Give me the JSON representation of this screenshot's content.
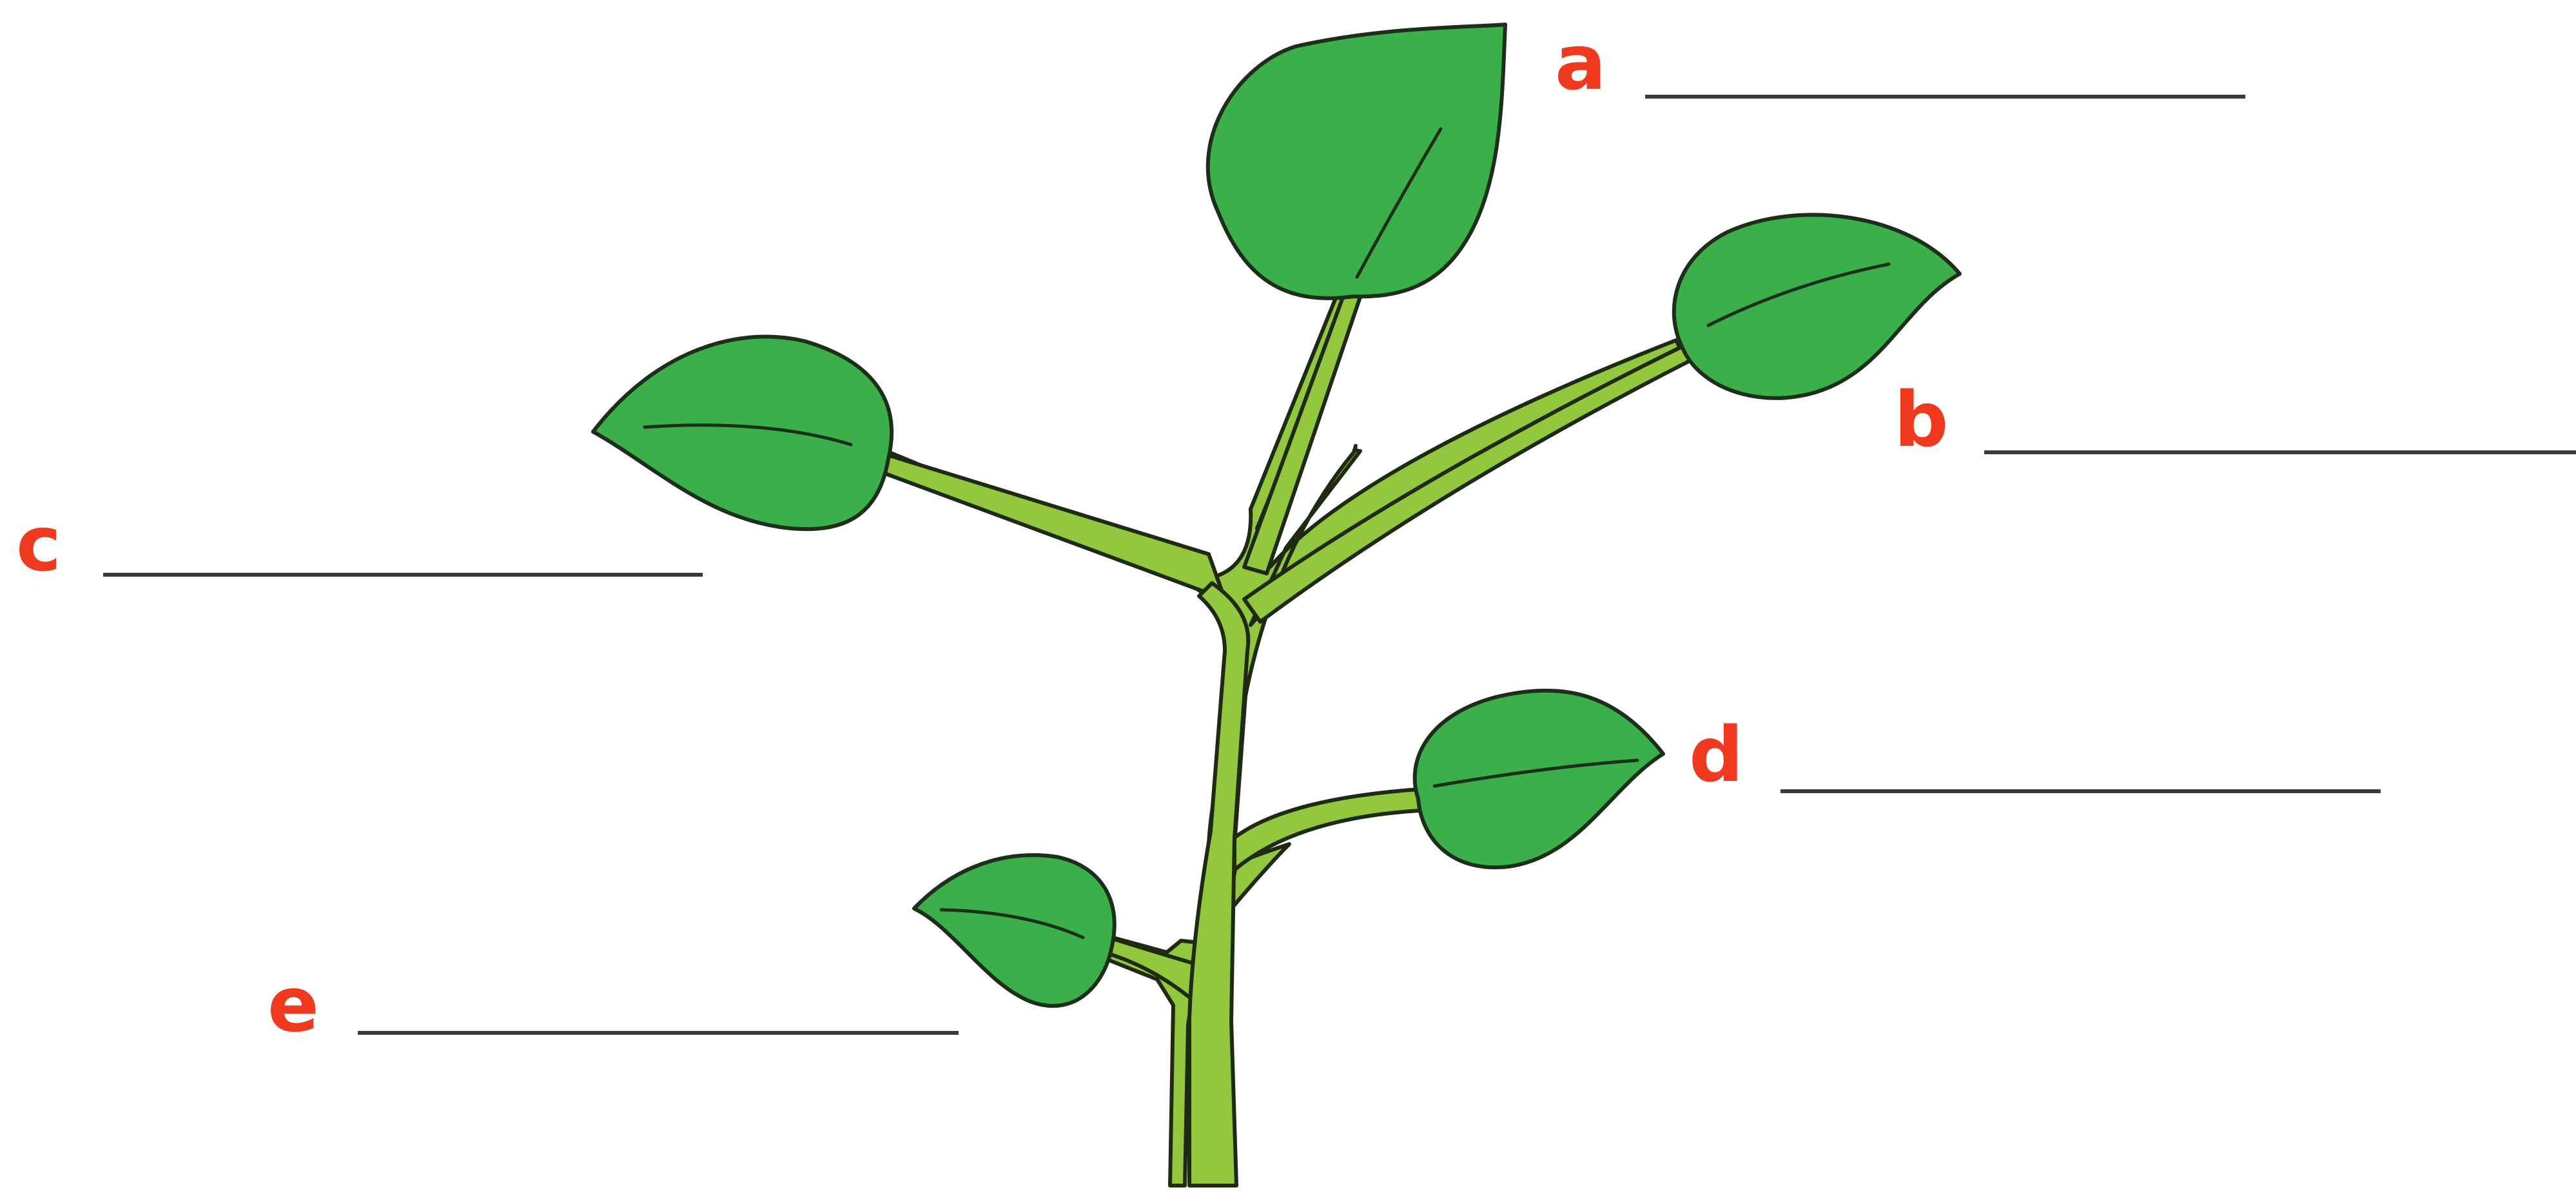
{
  "labels": {
    "a": "a",
    "b": "b",
    "c": "c",
    "d": "d",
    "e": "e"
  },
  "colors": {
    "label": "#ef3a1f",
    "stem_fill": "#93c83e",
    "leaf_fill": "#3aaf4a",
    "outline": "#1c2f1a",
    "answer_line": "#3a3a3a",
    "background": "#ffffff"
  }
}
